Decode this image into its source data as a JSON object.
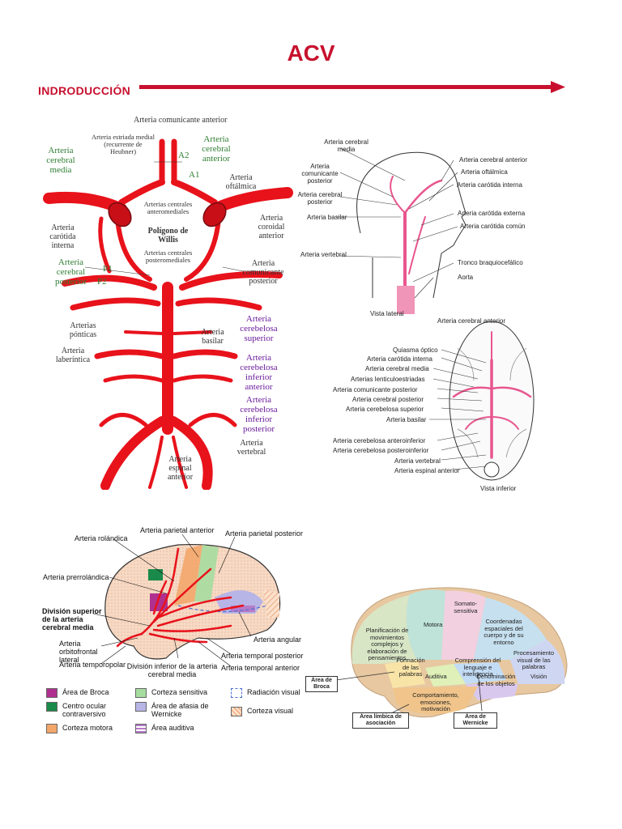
{
  "header": {
    "title": "ACV",
    "intro": "INDRODUCCIÓN",
    "accent": "#c8102e"
  },
  "willis": {
    "labels": [
      "Arteria comunicante anterior",
      "Arteria estriada medial (recurrente de Heubner)",
      "A2",
      "A1",
      "Arteria cerebral anterior",
      "Arteria cerebral media",
      "Arteria oftálmica",
      "Arterias centrales anteromediales",
      "Polígono de Willis",
      "Arteria coroidal anterior",
      "Arteria carótida interna",
      "Arterias centrales posteromediales",
      "Arteria cerebral posterior",
      "P1",
      "P2",
      "Arteria comunicante posterior",
      "Arterias pónticas",
      "Arteria basilar",
      "Arteria cerebelosa superior",
      "Arteria laberíntica",
      "Arteria cerebelosa inferior anterior",
      "Arteria cerebelosa inferior posterior",
      "Arteria vertebral",
      "Arteria espinal anterior"
    ]
  },
  "lateral": {
    "labels": [
      "Arteria cerebral media",
      "Arteria comunicante posterior",
      "Arteria cerebral posterior",
      "Arteria basilar",
      "Arteria vertebral",
      "Arteria cerebral anterior",
      "Arteria oftálmica",
      "Arteria carótida interna",
      "Arteria carótida externa",
      "Arteria carótida común",
      "Tronco braquiocefálico",
      "Aorta",
      "Vista lateral"
    ]
  },
  "inferior": {
    "labels": [
      "Arteria cerebral anterior",
      "Quiasma óptico",
      "Arteria carótida interna",
      "Arteria cerebral media",
      "Arterias lenticuloestriadas",
      "Arteria comunicante posterior",
      "Arteria cerebral posterior",
      "Arteria cerebelosa superior",
      "Arteria basilar",
      "Arteria cerebelosa anteroinferior",
      "Arteria cerebelosa posteroinferior",
      "Arteria vertebral",
      "Arteria espinal anterior",
      "Vista inferior"
    ]
  },
  "cortex": {
    "labels": [
      "Arteria rolándica",
      "Arteria parietal anterior",
      "Arteria parietal posterior",
      "Arteria prerrolándica",
      "División superior de la arteria cerebral media",
      "Arteria angular",
      "Arteria orbitofrontal lateral",
      "Arteria temporal posterior",
      "Arteria temporopolar",
      "División inferior de la arteria cerebral media",
      "Arteria temporal anterior"
    ],
    "legend": [
      {
        "label": "Área de Broca",
        "color": "#b0308f"
      },
      {
        "label": "Centro ocular contraversivo",
        "color": "#1a8a4a"
      },
      {
        "label": "Corteza motora",
        "color": "#f2a66a"
      },
      {
        "label": "Corteza sensitiva",
        "color": "#a6dca0"
      },
      {
        "label": "Área de afasia de Wernicke",
        "color": "#b7b4e6"
      },
      {
        "label": "Área auditiva",
        "color": "#b57bc9"
      },
      {
        "label": "Radiación visual",
        "color": "#4a6fd1"
      },
      {
        "label": "Corteza visual",
        "color": "#f2b48a"
      }
    ]
  },
  "brain": {
    "regions": [
      "Motora",
      "Somato-sensitiva",
      "Planificación de movimientos complejos y elaboración de pensamientos",
      "Coordenadas espaciales del cuerpo y de su entorno",
      "Formación de las palabras",
      "Comprensión del lenguaje e inteligencia",
      "Procesamiento visual de las palabras",
      "Auditiva",
      "Denominación de los objetos",
      "Visión",
      "Comportamiento, emociones, motivación"
    ],
    "boxes": [
      "Área de Broca",
      "Área límbica de asociación",
      "Área de Wernicke"
    ]
  }
}
